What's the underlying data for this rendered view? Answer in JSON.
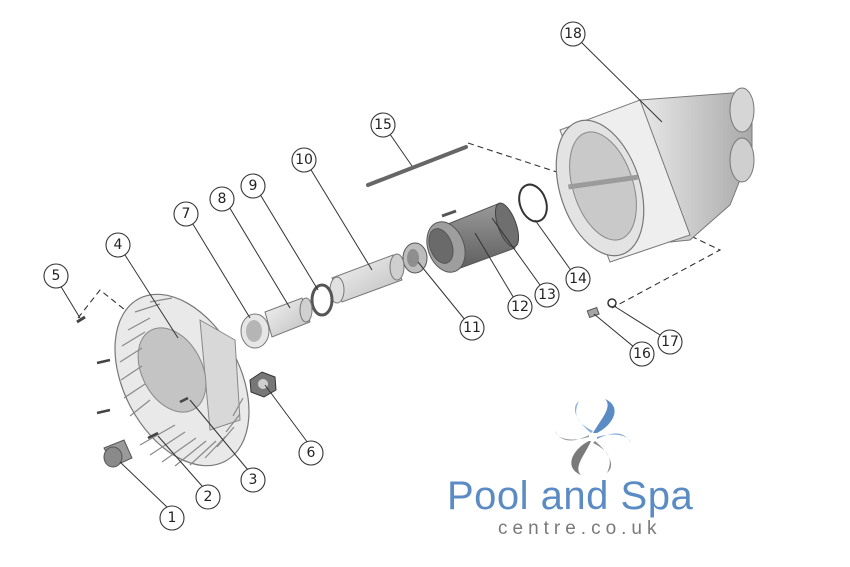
{
  "diagram": {
    "callouts": [
      "1",
      "2",
      "3",
      "4",
      "5",
      "6",
      "7",
      "8",
      "9",
      "10",
      "11",
      "12",
      "13",
      "14",
      "15",
      "16",
      "17",
      "18"
    ]
  },
  "brand": {
    "name": "Pool and Spa",
    "subtitle": "centre.co.uk",
    "colors": {
      "blue": "#5b8bc4",
      "grey": "#7a7a7a"
    },
    "icon": "swirl-logo-icon"
  }
}
